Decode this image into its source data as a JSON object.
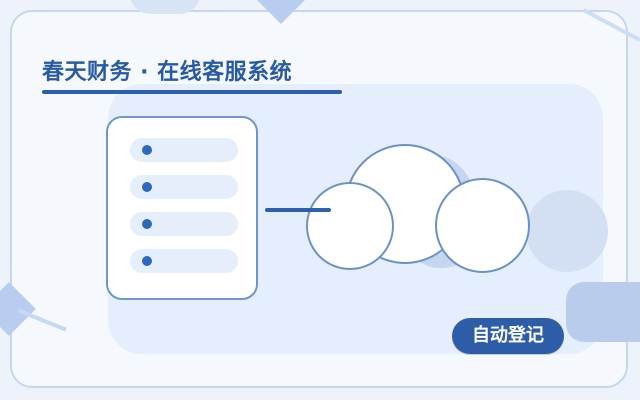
{
  "header": {
    "title": "春天财务 · 在线客服系统"
  },
  "main": {
    "list_items": [
      {
        "icon": "bullet-dot"
      },
      {
        "icon": "bullet-dot"
      },
      {
        "icon": "bullet-dot"
      },
      {
        "icon": "bullet-dot"
      }
    ]
  },
  "actions": {
    "register_label": "自动登记"
  },
  "colors": {
    "accent": "#2d5fae",
    "background": "#eef3fb",
    "panel": "#e4eefc",
    "outline": "#6e96c8"
  }
}
